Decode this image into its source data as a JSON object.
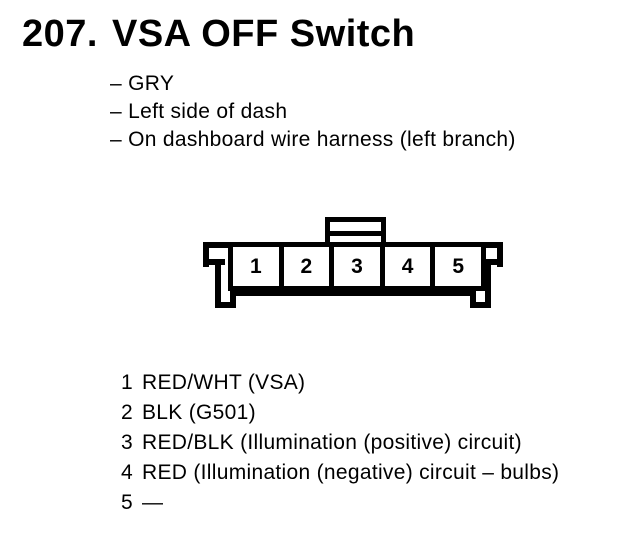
{
  "page": {
    "background": "#ffffff",
    "ink": "#000000"
  },
  "header": {
    "item_number": "207.",
    "title": "VSA OFF Switch",
    "notes": [
      "– GRY",
      "– Left side of dash",
      "– On dashboard wire harness (left branch)"
    ]
  },
  "connector": {
    "cavities": [
      "1",
      "2",
      "3",
      "4",
      "5"
    ]
  },
  "pins": [
    {
      "number": "1",
      "label": "RED/WHT (VSA)"
    },
    {
      "number": "2",
      "label": "BLK (G501)"
    },
    {
      "number": "3",
      "label": "RED/BLK (Illumination (positive) circuit)"
    },
    {
      "number": "4",
      "label": "RED (Illumination (negative) circuit – bulbs)"
    },
    {
      "number": "5",
      "label": "—"
    }
  ]
}
